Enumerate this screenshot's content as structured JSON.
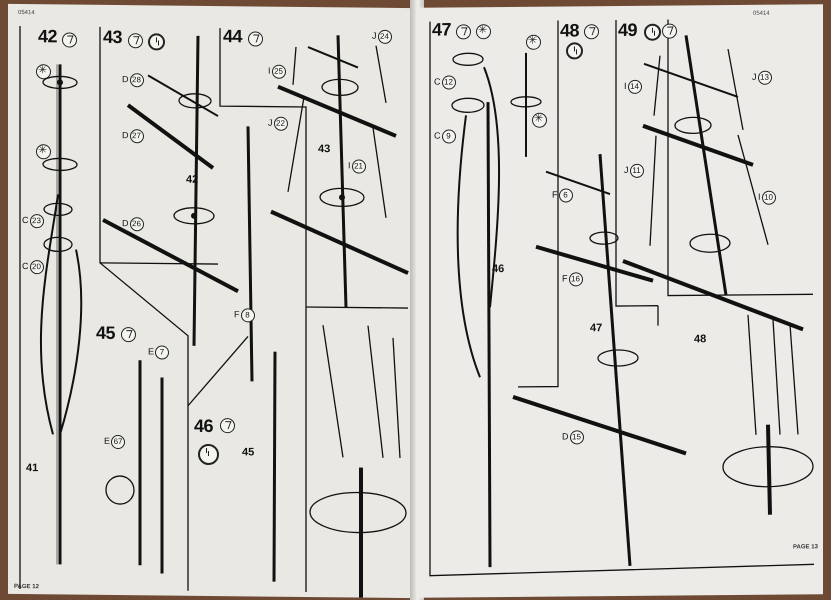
{
  "left_page": {
    "code": "05414",
    "page_label": "PAGE 12",
    "steps": [
      {
        "num": "42",
        "icons": [
          "glue-icon"
        ]
      },
      {
        "num": "43",
        "icons": [
          "glue-icon",
          "clock-icon"
        ]
      },
      {
        "num": "44",
        "icons": [
          "glue-icon"
        ]
      },
      {
        "num": "45",
        "icons": [
          "glue-icon"
        ]
      },
      {
        "num": "46",
        "icons": [
          "glue-icon",
          "clock-icon"
        ]
      }
    ],
    "part_numbers": [
      "41",
      "42",
      "43",
      "45"
    ],
    "callouts": [
      {
        "letter": "C",
        "num": "23"
      },
      {
        "letter": "C",
        "num": "20"
      },
      {
        "letter": "D",
        "num": "28"
      },
      {
        "letter": "D",
        "num": "27"
      },
      {
        "letter": "D",
        "num": "26"
      },
      {
        "letter": "J",
        "num": "24"
      },
      {
        "letter": "I",
        "num": "25"
      },
      {
        "letter": "J",
        "num": "22"
      },
      {
        "letter": "I",
        "num": "21"
      },
      {
        "letter": "E",
        "num": "7"
      },
      {
        "letter": "E",
        "num": "67"
      },
      {
        "letter": "F",
        "num": "8"
      }
    ]
  },
  "right_page": {
    "code": "05414",
    "page_label": "PAGE 13",
    "steps": [
      {
        "num": "47",
        "icons": [
          "glue-icon",
          "paint-icon"
        ]
      },
      {
        "num": "48",
        "icons": [
          "clock-icon",
          "glue-icon"
        ]
      },
      {
        "num": "49",
        "icons": [
          "clock-icon",
          "glue-icon"
        ]
      }
    ],
    "part_numbers": [
      "46",
      "47",
      "48"
    ],
    "callouts": [
      {
        "letter": "C",
        "num": "12"
      },
      {
        "letter": "C",
        "num": "9"
      },
      {
        "letter": "F",
        "num": "6"
      },
      {
        "letter": "F",
        "num": "16"
      },
      {
        "letter": "D",
        "num": "15"
      },
      {
        "letter": "I",
        "num": "14"
      },
      {
        "letter": "J",
        "num": "13"
      },
      {
        "letter": "J",
        "num": "11"
      },
      {
        "letter": "I",
        "num": "10"
      }
    ]
  },
  "colors": {
    "paper": "#e9e8e3",
    "ink": "#111111",
    "background": "#6e4a35"
  }
}
